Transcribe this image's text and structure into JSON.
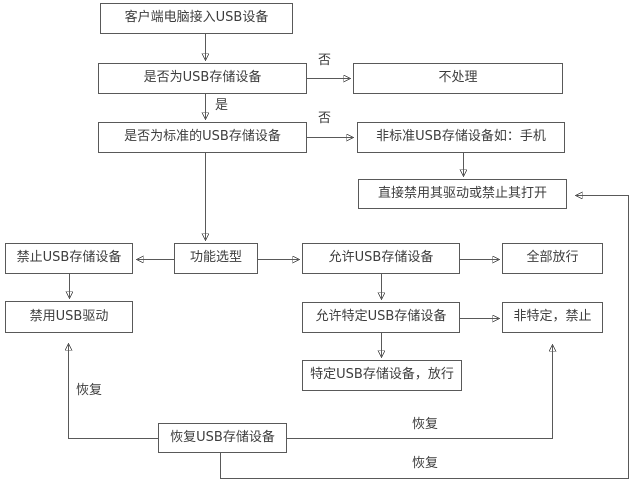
{
  "colors": {
    "line": "#595959",
    "text": "#3d3d3d",
    "background": "#ffffff"
  },
  "nodes": {
    "client_connect": "客户端电脑接入USB设备",
    "is_usb_storage": "是否为USB存储设备",
    "no_action": "不处理",
    "is_standard_storage": "是否为标准的USB存储设备",
    "non_standard": "非标准USB存储设备如：手机",
    "disable_drive_or_open": "直接禁用其驱动或禁止其打开",
    "forbid_usb_storage": "禁止USB存储设备",
    "function_select": "功能选型",
    "allow_usb_storage": "允许USB存储设备",
    "allow_all": "全部放行",
    "disable_usb_driver": "禁用USB驱动",
    "allow_specific": "允许特定USB存储设备",
    "non_specific_forbid": "非特定，禁止",
    "specific_allow": "特定USB存储设备，放行",
    "restore_usb_storage": "恢复USB存储设备"
  },
  "edge_labels": {
    "no_1": "否",
    "yes_1": "是",
    "no_2": "否",
    "restore_left": "恢复",
    "restore_mid": "恢复",
    "restore_bottom": "恢复"
  }
}
